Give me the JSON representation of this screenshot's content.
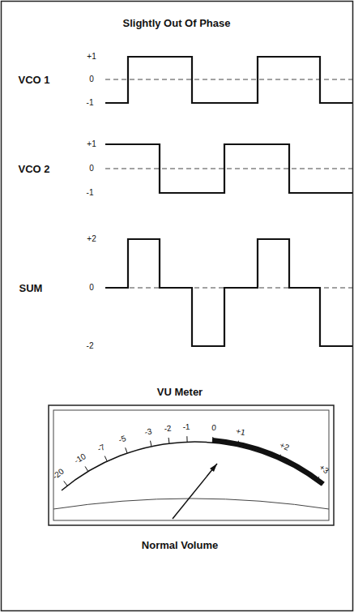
{
  "diagram": {
    "title": "Slightly Out Of Phase",
    "labels": [
      "VCO 1",
      "+1",
      "0",
      "-1",
      "VCO 2",
      "+1",
      "0",
      "-1",
      "SUM",
      "+2",
      "0",
      "-2",
      "VU Meter",
      "-20",
      "-10",
      "-7",
      "-5",
      "-3",
      "-2",
      "-1",
      "0",
      "+1",
      "+2",
      "+3",
      "Normal Volume"
    ]
  }
}
